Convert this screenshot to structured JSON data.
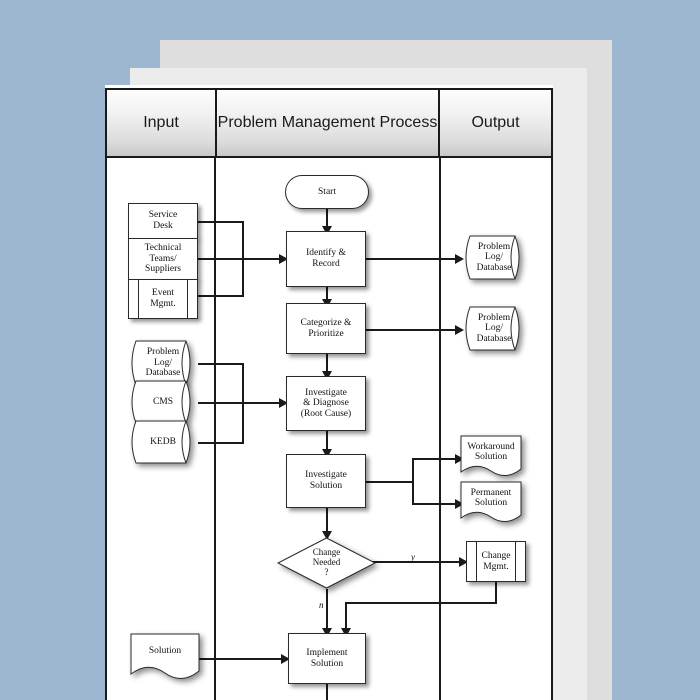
{
  "page": {
    "background_color": "#9db7d1",
    "sheet_colors": [
      "#dedede",
      "#ececec",
      "#ffffff"
    ]
  },
  "header": {
    "columns": [
      {
        "label": "Input"
      },
      {
        "label": "Problem Management Process"
      },
      {
        "label": "Output"
      }
    ]
  },
  "diagram": {
    "type": "swimlane-flowchart",
    "input_nodes": [
      {
        "id": "service-desk",
        "shape": "process",
        "label": "Service\nDesk"
      },
      {
        "id": "technical-teams",
        "shape": "process",
        "label": "Technical\nTeams/\nSuppliers"
      },
      {
        "id": "event-mgmt",
        "shape": "predefined-process",
        "label": "Event\nMgmt."
      },
      {
        "id": "problem-log-in",
        "shape": "database",
        "label": "Problem\nLog/\nDatabase"
      },
      {
        "id": "cms",
        "shape": "database",
        "label": "CMS"
      },
      {
        "id": "kedb",
        "shape": "database",
        "label": "KEDB"
      },
      {
        "id": "solution-doc",
        "shape": "document",
        "label": "Solution"
      }
    ],
    "process_nodes": [
      {
        "id": "start",
        "shape": "terminator",
        "label": "Start"
      },
      {
        "id": "identify-record",
        "shape": "process",
        "label": "Identify &\nRecord"
      },
      {
        "id": "categorize",
        "shape": "process",
        "label": "Categorize &\nPrioritize"
      },
      {
        "id": "investigate-diagnose",
        "shape": "process",
        "label": "Investigate\n& Diagnose\n(Root Cause)"
      },
      {
        "id": "investigate-solution",
        "shape": "process",
        "label": "Investigate\nSolution"
      },
      {
        "id": "change-needed",
        "shape": "decision",
        "label": "Change\nNeeded\n?"
      },
      {
        "id": "implement-solution",
        "shape": "process",
        "label": "Implement\nSolution"
      }
    ],
    "output_nodes": [
      {
        "id": "problem-log-out-1",
        "shape": "database",
        "label": "Problem\nLog/\nDatabase"
      },
      {
        "id": "problem-log-out-2",
        "shape": "database",
        "label": "Problem\nLog/\nDatabase"
      },
      {
        "id": "workaround",
        "shape": "document",
        "label": "Workaround\nSolution"
      },
      {
        "id": "permanent",
        "shape": "document",
        "label": "Permanent\nSolution"
      },
      {
        "id": "change-mgmt",
        "shape": "predefined-process",
        "label": "Change\nMgmt."
      }
    ],
    "edge_labels": {
      "yes": "y",
      "no": "n"
    }
  }
}
